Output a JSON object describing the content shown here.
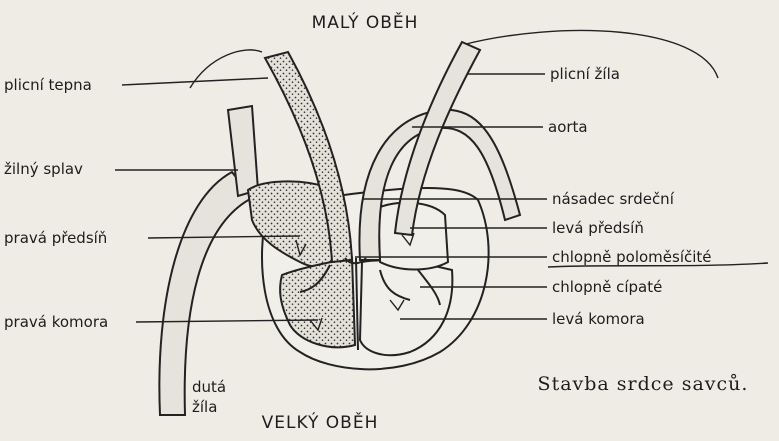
{
  "titles": {
    "top": "MALÝ OBĚH",
    "bottom": "VELKÝ OBĚH",
    "caption": "Stavba srdce savců."
  },
  "labels_left": {
    "pulmonary_artery": "plicní tepna",
    "venous_confluence": "žilný splav",
    "right_atrium": "pravá předsíň",
    "right_ventricle": "pravá komora",
    "vena_cava_line1": "dutá",
    "vena_cava_line2": "žíla"
  },
  "labels_right": {
    "pulmonary_vein": "plicní žíla",
    "aorta": "aorta",
    "heart_base": "násadec srdeční",
    "left_atrium": "levá předsíň",
    "semilunar_valves": "chlopně poloměsíčité",
    "cuspid_valves": "chlopně cípaté",
    "left_ventricle": "levá komora"
  },
  "colors": {
    "paper": "#efece6",
    "ink": "#222222",
    "blood_dots": "#333333"
  }
}
